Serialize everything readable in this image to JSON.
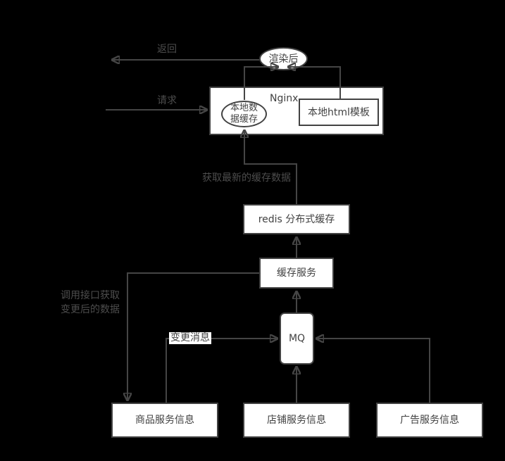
{
  "diagram": {
    "nodes": {
      "render_result": "渲染后",
      "nginx": "Nginx",
      "local_data_cache": "本地数据缓存",
      "local_html_template": "本地html模板",
      "redis": "redis 分布式缓存",
      "cache_service": "缓存服务",
      "mq": "MQ",
      "product_service": "商品服务信息",
      "shop_service": "店铺服务信息",
      "ad_service": "广告服务信息"
    },
    "edge_labels": {
      "return": "返回",
      "request": "请求",
      "fetch_latest_cache": "获取最新的缓存数据",
      "call_api_for_changes": "调用接口获取\n变更后的数据",
      "change_message": "变更消息"
    },
    "colors": {
      "background": "#000000",
      "node_fill": "#ffffff",
      "node_border": "#424242",
      "node_text": "#424242",
      "edge_line": "#454545",
      "floating_label_text": "#4d4d4d"
    }
  }
}
